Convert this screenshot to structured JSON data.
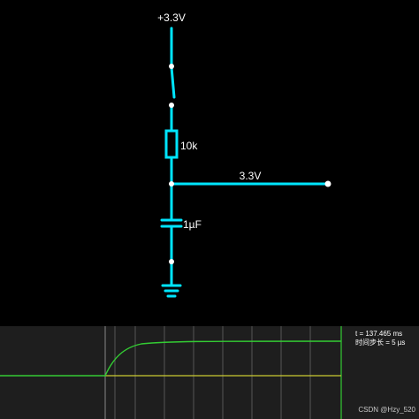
{
  "circuit": {
    "supply_label": "+3.3V",
    "resistor_label": "10k",
    "capacitor_label": "1µF",
    "probe_label": "3.3V",
    "wire_color": "#00e5ff",
    "node_color": "#ffffff"
  },
  "scope": {
    "time_readout": "t = 137.465 ms",
    "step_readout": "时间步长 = 5 µs",
    "background_color": "#1e1e1e",
    "grid_color": "#555555",
    "voltage_trace_color": "#33cc33",
    "current_trace_color": "#cccc33",
    "scale_color": "#2ea82e"
  },
  "watermark": "CSDN @Hzy_520"
}
